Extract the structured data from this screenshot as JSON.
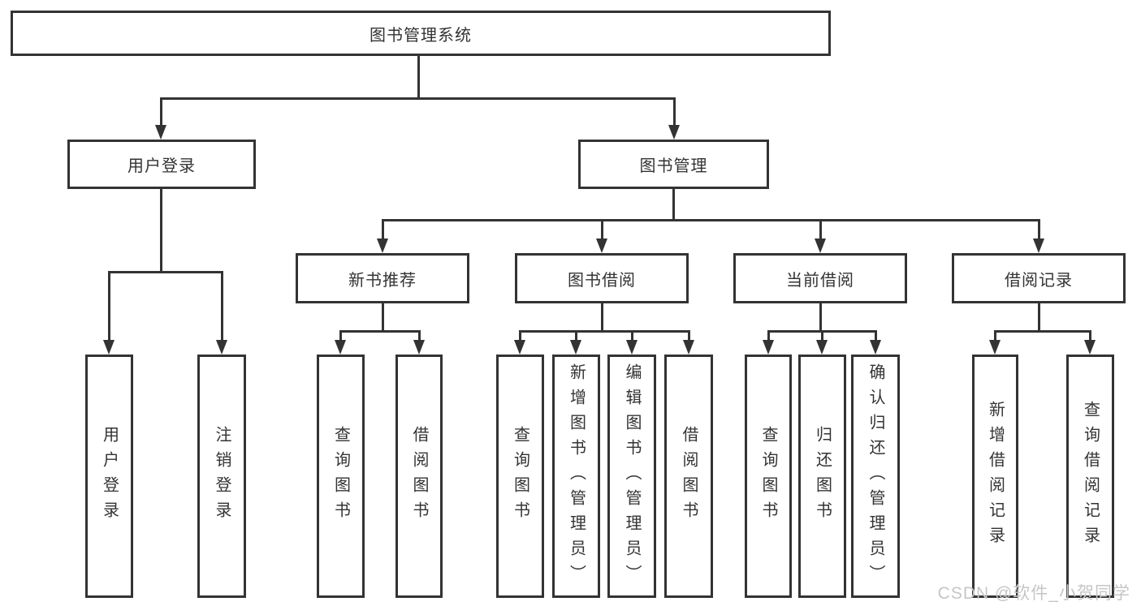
{
  "nodes": {
    "root": "图书管理系统",
    "user_login": "用户登录",
    "book_mgmt": "图书管理",
    "new_books": "新书推荐",
    "book_borrow": "图书借阅",
    "current_borrow": "当前借阅",
    "borrow_records": "借阅记录"
  },
  "leaves": {
    "user_login": [
      "用户登录",
      "注销登录"
    ],
    "new_books": [
      "查询图书",
      "借阅图书"
    ],
    "book_borrow": [
      "查询图书",
      "新增图书（管理员）",
      "编辑图书（管理员）",
      "借阅图书"
    ],
    "current_borrow": [
      "查询图书",
      "归还图书",
      "确认归还（管理员）"
    ],
    "borrow_records": [
      "新增借阅记录",
      "查询借阅记录"
    ]
  },
  "watermark": "CSDN @软件_小贺同学",
  "colors": {
    "line": "#333333",
    "box_background": "#ffffff",
    "text": "#333333",
    "watermark": "#c6c6c6"
  }
}
